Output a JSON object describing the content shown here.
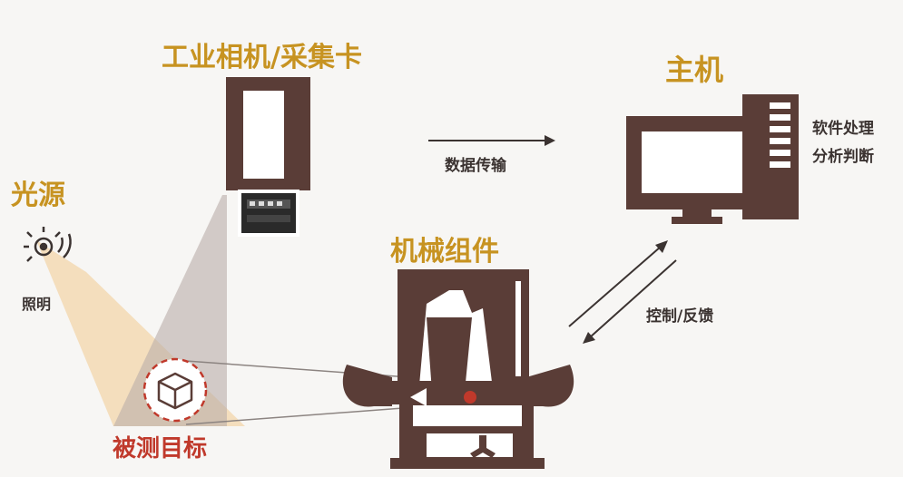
{
  "camera": {
    "title": "工业相机/采集卡"
  },
  "host": {
    "title": "主机",
    "caption_lines": [
      "软件处理",
      "分析判断"
    ]
  },
  "light": {
    "title": "光源",
    "caption": "照明"
  },
  "data_transfer": {
    "label": "数据传输"
  },
  "mechanism": {
    "title": "机械组件"
  },
  "control": {
    "label": "控制/反馈"
  },
  "target": {
    "label": "被测目标"
  },
  "colors": {
    "brown": "#5a3d37",
    "gold": "#c79321",
    "red": "#c0392b",
    "beam_orange": "#f3d6ab",
    "beam_gray": "#c8c0ba"
  }
}
